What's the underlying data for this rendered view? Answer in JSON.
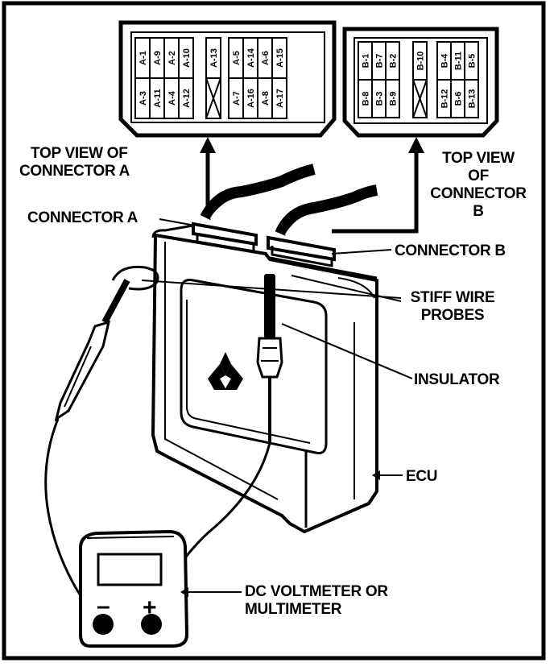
{
  "labels": {
    "top_view_a": [
      "TOP VIEW OF",
      "CONNECTOR A"
    ],
    "top_view_b": [
      "TOP VIEW",
      "OF",
      "CONNECTOR",
      "B"
    ],
    "connector_a": "CONNECTOR A",
    "connector_b": "CONNECTOR B",
    "probes": [
      "STIFF WIRE",
      "PROBES"
    ],
    "insulator": "INSULATOR",
    "ecu": "ECU",
    "meter": [
      "DC VOLTMETER OR",
      "MULTIMETER"
    ],
    "minus": "–",
    "plus": "+"
  },
  "connector_a_pins": [
    [
      "A-1",
      "A-9",
      "A-2",
      "A-10",
      "A-3",
      "A-11",
      "A-4",
      "A-12"
    ],
    [
      "A-13"
    ],
    [
      "A-5",
      "A-14",
      "A-6",
      "A-15",
      "A-7",
      "A-16",
      "A-8",
      "A-17"
    ]
  ],
  "connector_b_pins": [
    [
      "B-1",
      "B-7",
      "B-2",
      "B-8",
      "B-3",
      "B-9"
    ],
    [
      "B-10"
    ],
    [
      "B-4",
      "B-11",
      "B-5",
      "B-12",
      "B-6",
      "B-13"
    ]
  ]
}
